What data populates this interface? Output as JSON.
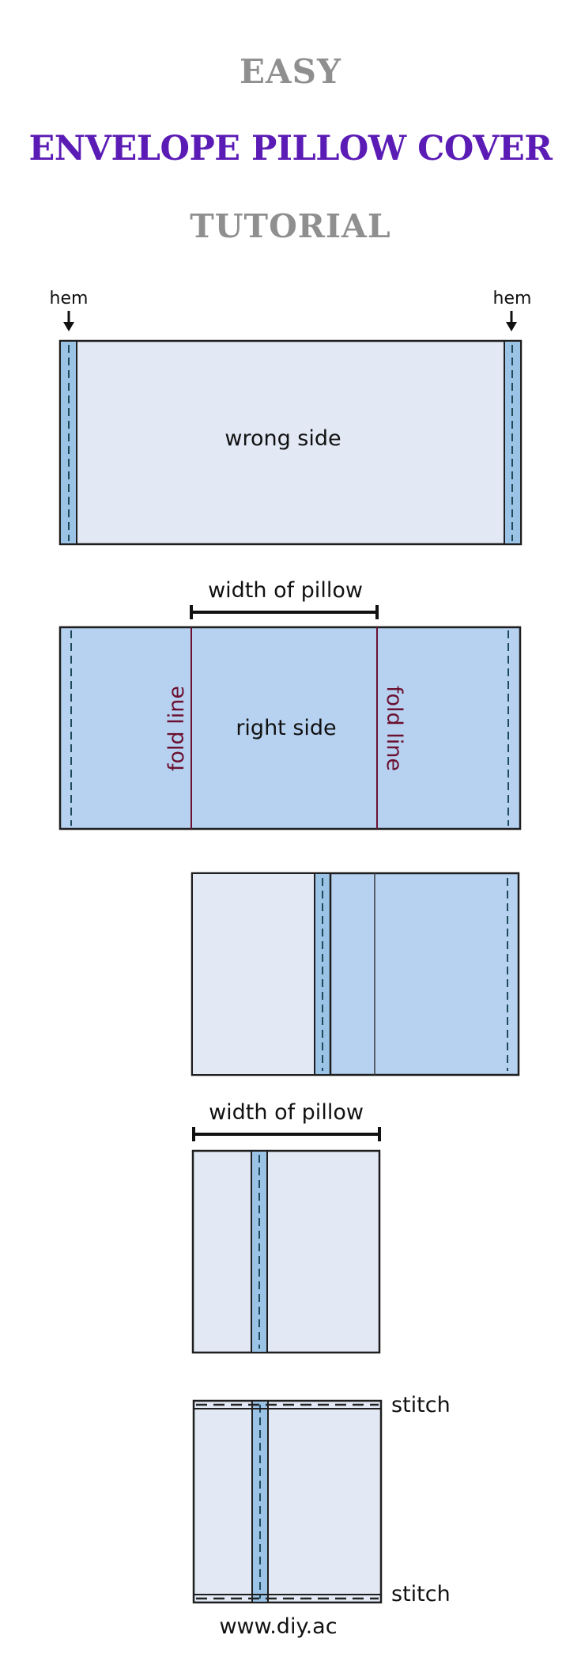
{
  "header": {
    "line1": "EASY",
    "line2": "ENVELOPE PILLOW COVER",
    "line3": "TUTORIAL"
  },
  "step1": {
    "hem_left": "hem",
    "hem_right": "hem",
    "panel_label": "wrong side"
  },
  "step2": {
    "measure_label": "width of pillow",
    "panel_label": "right side",
    "fold_left": "fold line",
    "fold_right": "fold line"
  },
  "step4": {
    "measure_label": "width of pillow"
  },
  "step5": {
    "stitch_top": "stitch",
    "stitch_bottom": "stitch"
  },
  "footer": {
    "url": "www.diy.ac"
  },
  "colors": {
    "title_purple": "#5b1bb5",
    "title_gray": "#8f8f8f",
    "wrong_side_fill": "#e2e9f5",
    "right_side_fill": "#b7d2f0",
    "hem_fill": "#9bc3e6",
    "fold_line": "#6b1030",
    "outline": "#1e1e1e"
  }
}
